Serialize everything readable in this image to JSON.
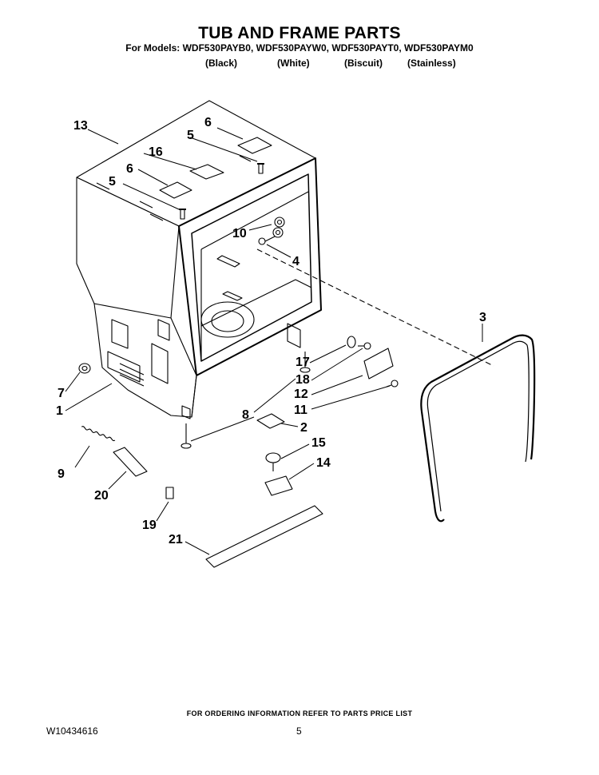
{
  "header": {
    "title": "TUB AND FRAME PARTS",
    "models": "For Models: WDF530PAYB0, WDF530PAYW0, WDF530PAYT0, WDF530PAYM0",
    "colors": [
      "(Black)",
      "(White)",
      "(Biscuit)",
      "(Stainless)"
    ]
  },
  "callouts": [
    "1",
    "2",
    "3",
    "4",
    "5",
    "5",
    "6",
    "6",
    "7",
    "8",
    "9",
    "10",
    "11",
    "12",
    "13",
    "14",
    "15",
    "16",
    "17",
    "18",
    "19",
    "20",
    "21"
  ],
  "footer": {
    "note": "FOR ORDERING INFORMATION REFER TO PARTS PRICE LIST",
    "doc_number": "W10434616",
    "page_number": "5"
  }
}
